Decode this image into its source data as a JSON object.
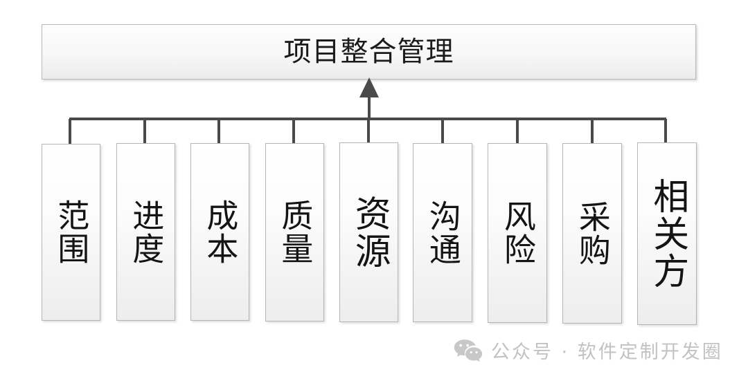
{
  "diagram": {
    "title": "项目整合管理",
    "root": {
      "label": "项目整合管理"
    },
    "children": [
      {
        "label": "范围"
      },
      {
        "label": "进度"
      },
      {
        "label": "成本"
      },
      {
        "label": "质量"
      },
      {
        "label": "资源"
      },
      {
        "label": "沟通"
      },
      {
        "label": "风险"
      },
      {
        "label": "采购"
      },
      {
        "label": "相关方"
      }
    ],
    "colors": {
      "box_border": "#b5b5b5",
      "box_fill_top": "#ffffff",
      "box_fill_bottom": "#ededed",
      "connector": "#4a4a4a",
      "text": "#141414",
      "watermark": "#c2c2c2"
    }
  },
  "watermark": {
    "icon": "wechat-icon",
    "text": "公众号 · 软件定制开发圈"
  }
}
